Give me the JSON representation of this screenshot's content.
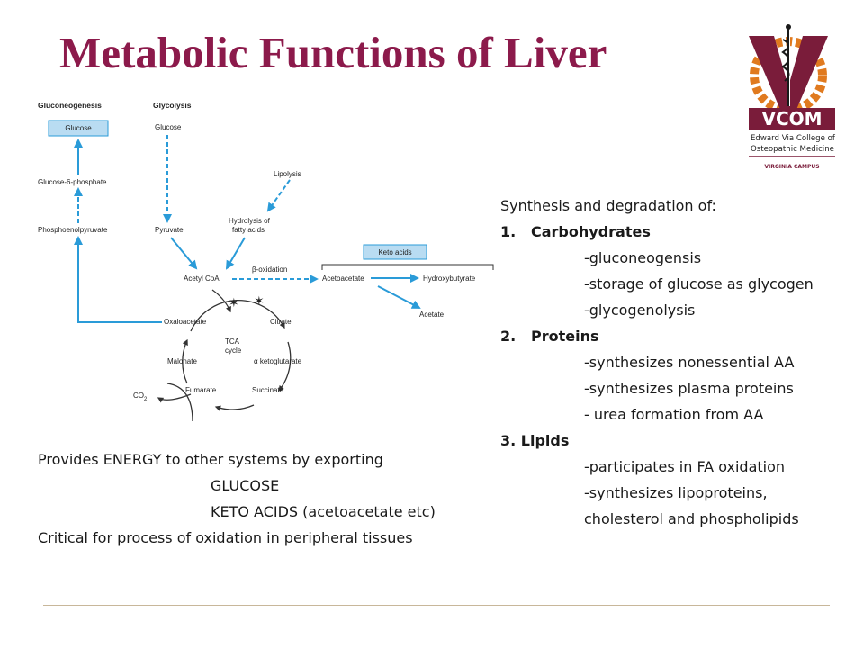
{
  "slide": {
    "title": "Metabolic Functions of Liver"
  },
  "logo": {
    "abbrev": "VCOM",
    "line1": "Edward Via College of",
    "line2": "Osteopathic Medicine",
    "campus": "VIRGINIA CAMPUS",
    "colors": {
      "maroon": "#7a1c3a",
      "orange": "#e07a1f"
    }
  },
  "diagram": {
    "gluconeogenesis_heading": "Gluconeogenesis",
    "glycolysis_heading": "Glycolysis",
    "glucose_box": "Glucose",
    "glucose": "Glucose",
    "glucose_6_phosphate": "Glucose-6-phosphate",
    "phosphoenolpyruvate": "Phosphoenolpyruvate",
    "pyruvate": "Pyruvate",
    "lipolysis": "Lipolysis",
    "hydrolysis_line1": "Hydrolysis of",
    "hydrolysis_line2": "fatty acids",
    "acetyl_coa": "Acetyl CoA",
    "beta_oxidation": "β-oxidation",
    "keto_acids_box": "Keto acids",
    "acetoacetate": "Acetoacetate",
    "hydroxybutyrate": "Hydroxybutyrate",
    "acetate": "Acetate",
    "oxaloacetate": "Oxaloacetate",
    "citrate": "Citrate",
    "tca_line1": "TCA",
    "tca_line2": "cycle",
    "malonate": "Malonate",
    "alpha_ketoglutarate": "α ketoglutarate",
    "fumarate": "Fumarate",
    "succinate": "Succinate",
    "co2": "CO",
    "co2_sub": "2",
    "colors": {
      "arrow": "#2a9bd8",
      "box_fill": "#b9dcf2",
      "box_stroke": "#2a9bd8",
      "cycle": "#333333"
    }
  },
  "synthesis": {
    "intro": "Synthesis and degradation of:",
    "sections": [
      {
        "number": "1.",
        "heading": "Carbohydrates",
        "items": [
          "-gluconeogensis",
          "-storage of glucose as glycogen",
          "-glycogenolysis"
        ]
      },
      {
        "number": "2.",
        "heading": "Proteins",
        "items": [
          "-synthesizes nonessential AA",
          "-synthesizes plasma proteins",
          "- urea formation from AA"
        ]
      },
      {
        "number": "",
        "heading": "3. Lipids",
        "items": [
          "-participates in FA oxidation",
          "-synthesizes lipoproteins,",
          "cholesterol and phospholipids"
        ]
      }
    ]
  },
  "energy": {
    "line1": "Provides ENERGY to other systems by exporting",
    "line2": "GLUCOSE",
    "line3": "KETO ACIDS (acetoacetate etc)",
    "line4": "Critical for process of oxidation in peripheral tissues"
  }
}
